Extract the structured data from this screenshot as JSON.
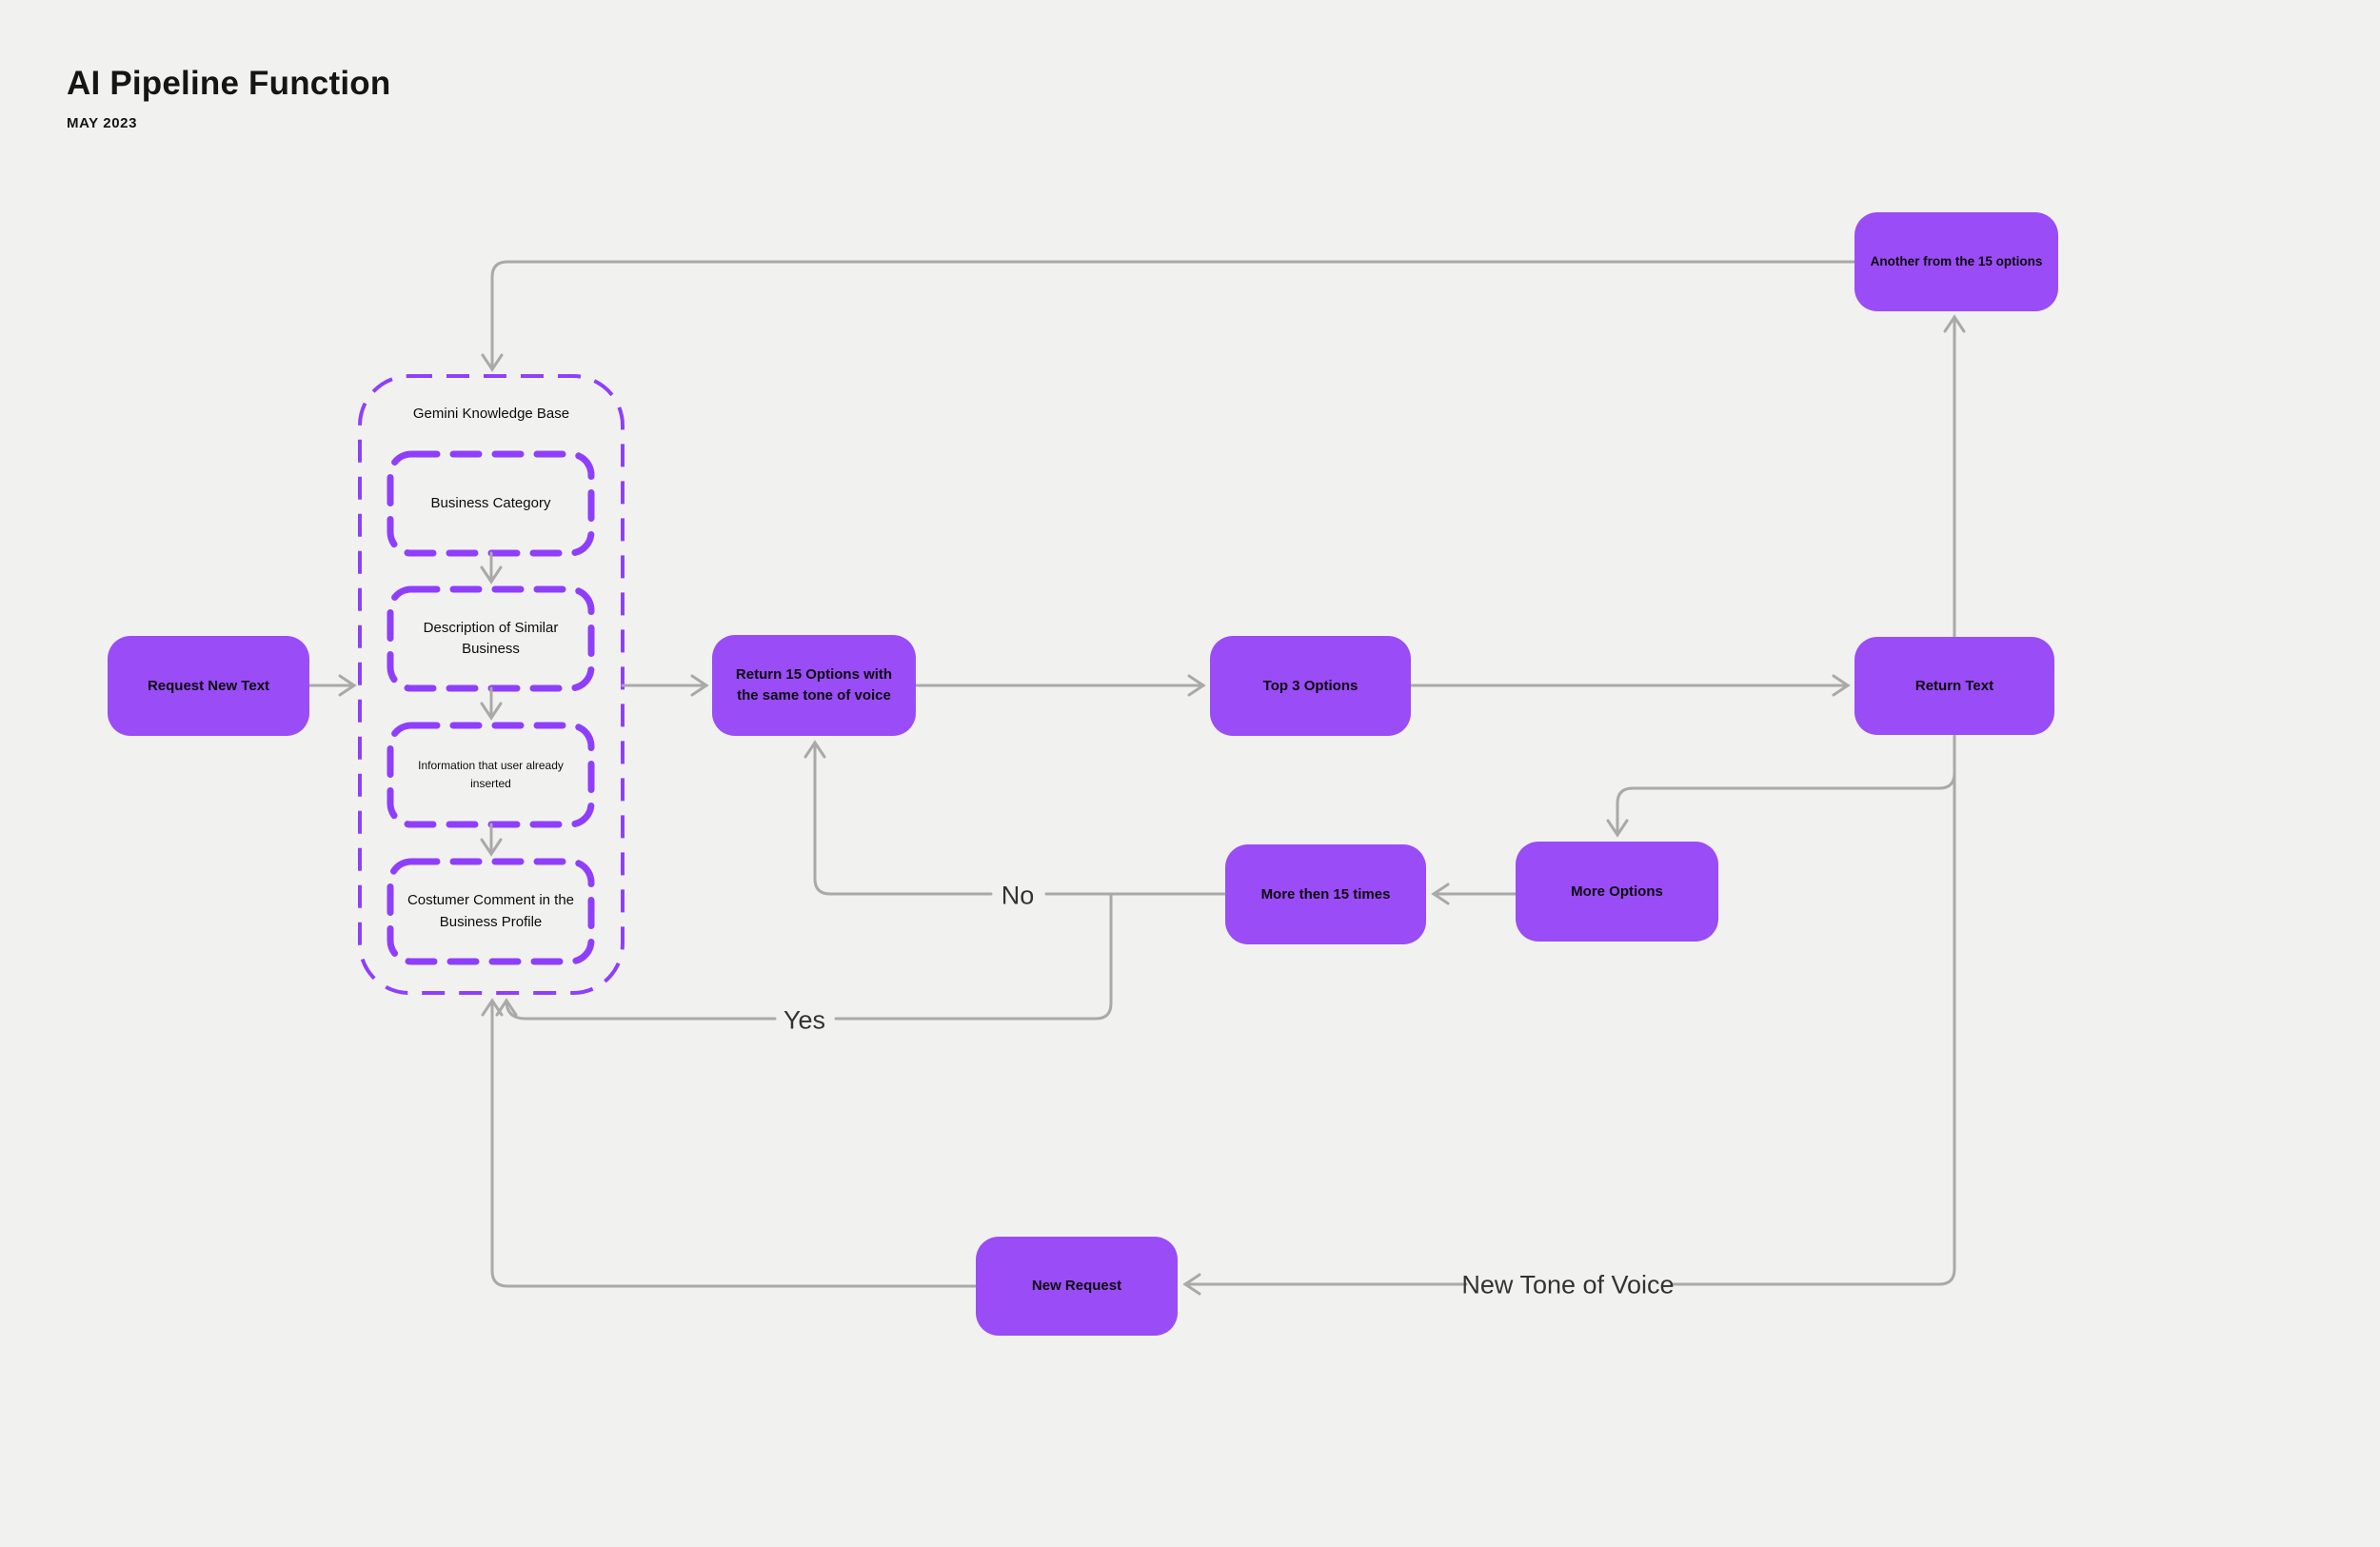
{
  "colors": {
    "bg": "#F1F2F0",
    "node-fill": "#9A4CF7",
    "dash-stroke": "#8F3FFB",
    "connector": "#A9A9A9",
    "node-text": "#0C0C0C",
    "annotation": "#333333",
    "title-color": "#151515"
  },
  "header": {
    "title": "AI Pipeline Function",
    "date": "MAY 2023"
  },
  "kb_group": {
    "label": "Gemini Knowledge Base",
    "items": [
      {
        "id": "business-category",
        "label": "Business Category"
      },
      {
        "id": "description-of-similar-business",
        "label": "Description of Similar Business"
      },
      {
        "id": "information-already-inserted",
        "label": "Information that user already inserted"
      },
      {
        "id": "costumer-comment",
        "label": "Costumer Comment in the Business Profile"
      }
    ]
  },
  "nodes": {
    "request_new_text": {
      "label": "Request New Text"
    },
    "return_15_options": {
      "label": "Return 15 Options with the same tone of voice"
    },
    "top_3_options": {
      "label": "Top 3 Options"
    },
    "return_text": {
      "label": "Return Text"
    },
    "another_from_15": {
      "label": "Another from the 15 options"
    },
    "more_options": {
      "label": "More Options"
    },
    "more_then_15_times": {
      "label": "More then 15 times"
    },
    "new_request": {
      "label": "New Request"
    }
  },
  "edge_labels": {
    "no": "No",
    "yes": "Yes",
    "new_tone_of_voice": "New Tone of Voice"
  }
}
